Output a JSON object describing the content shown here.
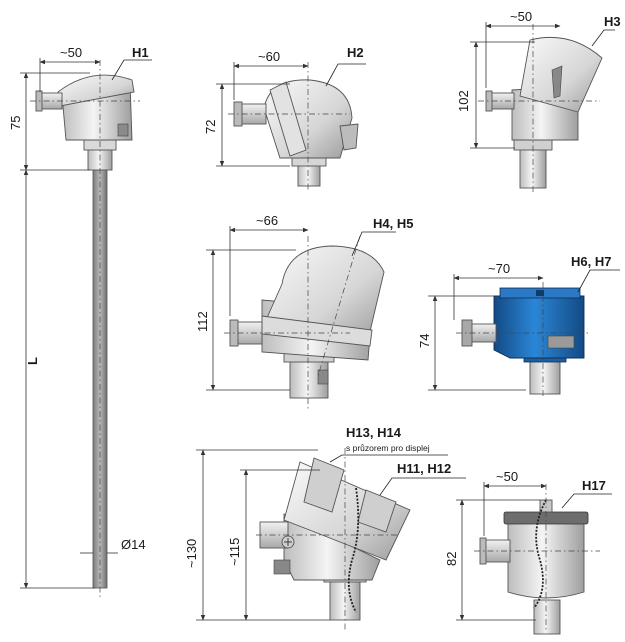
{
  "heads": {
    "h1": {
      "label": "H1",
      "width_dim": "~50",
      "height_dim": "75"
    },
    "h2": {
      "label": "H2",
      "width_dim": "~60",
      "height_dim": "72"
    },
    "h3": {
      "label": "H3",
      "width_dim": "~50",
      "height_dim": "102"
    },
    "h4": {
      "label": "H4, H5",
      "width_dim": "~66",
      "height_dim": "112"
    },
    "h6": {
      "label": "H6, H7",
      "width_dim": "~70",
      "height_dim": "74"
    },
    "h11": {
      "label": "H11, H12",
      "height_dim": "~115"
    },
    "h13": {
      "label": "H13, H14",
      "note": "s průzorem pro displej",
      "height_dim": "~130"
    },
    "h17": {
      "label": "H17",
      "width_dim": "~50",
      "height_dim": "82"
    }
  },
  "probe": {
    "length_label": "L",
    "diameter_label": "Ø14"
  },
  "colors": {
    "metal_light": "#eeeeee",
    "metal_mid": "#c8c8c8",
    "metal_dark": "#8a8a8a",
    "stem": "#9a9a9a",
    "blue_head": "#1f6fb7",
    "blue_dark": "#134a85"
  }
}
